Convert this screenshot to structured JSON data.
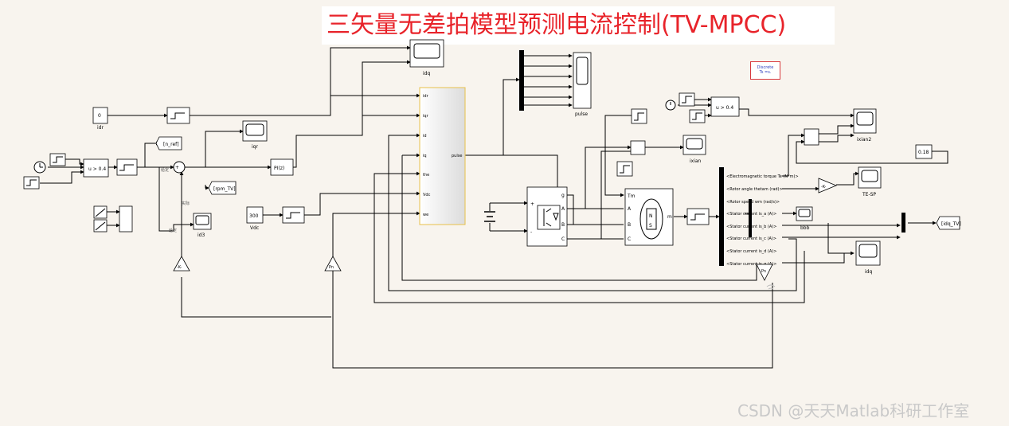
{
  "title": "三矢量无差拍模型预测电流控制(TV-MPCC)",
  "watermark": "CSDN @天天Matlab科研工作室",
  "discrete_block": {
    "line1": "Discrete",
    "line2": "Ts =s."
  },
  "blocks": {
    "idr_const": {
      "value": "0",
      "label": "idr"
    },
    "vdc_const": {
      "value": "300",
      "label": "Vdc"
    },
    "const_018": {
      "value": "0.18"
    },
    "scope_idq_top": "idq",
    "scope_iqr": "iqr",
    "scope_id3": "id3",
    "scope_pulse": "pulse",
    "scope_ixian2": "ixian2",
    "scope_ixian": "ixian",
    "scope_te_sp": "TE-SP",
    "scope_bbb": "bbb",
    "scope_idq_right": "idq",
    "goto_n_ref": "[n_ref]",
    "goto_rpm_tv": "[rpm_TV]",
    "goto_idq_tv": "[idq_TV]",
    "pi_block": "PI(z)",
    "gain_k": "-K-",
    "gain_pn": "Pn",
    "switch_cond": "u > 0.4",
    "switch_cond2": "u > 0.4",
    "pmsm_tm": "Tm",
    "pmsm_m": "m",
    "labels_cn": {
      "given": "给定",
      "actual": "实际",
      "given2": "给定"
    }
  },
  "mpc_block": {
    "inputs": [
      "idr",
      "iqr",
      "id",
      "iq",
      "the",
      "Vdc",
      "we"
    ],
    "output": "pulse"
  },
  "inverter_ports": {
    "left": [
      "+",
      "-"
    ],
    "right": [
      "g",
      "A",
      "B",
      "C"
    ]
  },
  "pmsm_ports": [
    "A",
    "B",
    "C"
  ],
  "bus_signals": [
    "<Electromagnetic torque Te (N*m)>",
    "<Rotor angle thetam (rad)>",
    "<Rotor speed wm (rad/s)>",
    "<Stator current is_a (A)>",
    "<Stator current is_b (A)>",
    "<Stator current is_c (A)>",
    "<Stator current is_d (A)>",
    "<Stator current is_q (A)>"
  ]
}
